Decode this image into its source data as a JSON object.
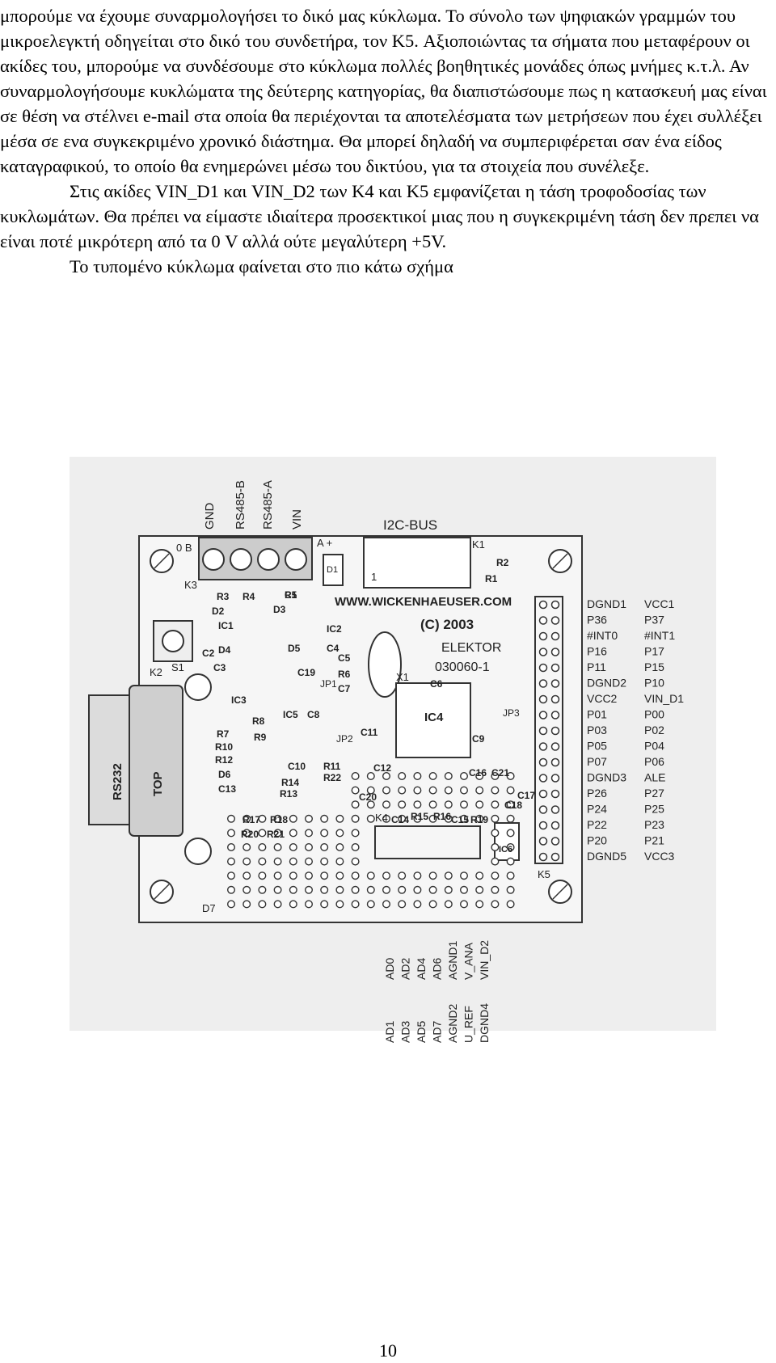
{
  "document": {
    "paragraph_1": "μπορούμε να έχουμε συναρμολογήσει το δικό μας κύκλωμα. Το σύνολο των ψηφιακών γραμμών του μικροελεγκτή οδηγείται στο δικό του συνδετήρα, τον K5. Αξιοποιώντας τα σήματα που μεταφέρουν οι ακίδες του, μπορούμε να συνδέσουμε στο κύκλωμα πολλές βοηθητικές μονάδες όπως μνήμες κ.τ.λ. Αν συναρμολογήσουμε κυκλώματα της δεύτερης κατηγορίας, θα διαπιστώσουμε πως η κατασκευή μας είναι σε θέση να στέλνει e-mail στα οποία θα περιέχονται τα αποτελέσματα των μετρήσεων που έχει συλλέξει μέσα σε ενα συγκεκριμένο χρονικό διάστημα. Θα μπορεί δηλαδή να συμπεριφέρεται σαν ένα είδος καταγραφικού, το οποίο θα ενημερώνει μέσω του δικτύου, για τα στοιχεία που συνέλεξε.",
    "paragraph_2": "Στις ακίδες VIN_D1 και VIN_D2 των K4 και K5 εμφανίζεται η τάση τροφοδοσίας των κυκλωμάτων. Θα πρέπει να είμαστε ιδιαίτερα προσεκτικοί μιας που η συγκεκριμένη τάση δεν πρεπει να είναι ποτέ μικρότερη από τα 0 V αλλά ούτε μεγαλύτερη +5V.",
    "paragraph_3": "Το τυπομένο κύκλωμα  φαίνεται στο πιο κάτω σχήμα",
    "page_number": "10"
  },
  "figure": {
    "top_labels": [
      "GND",
      "RS485-B",
      "RS485-A",
      "VIN"
    ],
    "i2c_label": "I2C-BUS",
    "url": "WWW.WICKENHAEUSER.COM",
    "copyright": "(C) 2003",
    "brand": "ELEKTOR",
    "code": "030060-1",
    "rs232": "RS232",
    "top": "TOP",
    "ic4": "IC4",
    "ic6": "IC6",
    "k1": "K1",
    "k2": "K2",
    "k3": "K3",
    "k4": "K4",
    "k5": "K5",
    "x1": "X1",
    "s1": "S1",
    "d7": "D7",
    "d1": "D1",
    "jp1": "JP1",
    "jp2": "JP2",
    "jp3": "JP3",
    "zero_b": "0 B",
    "a_plus": "A +",
    "one": "1",
    "components": [
      "R2",
      "R1",
      "R3",
      "R4",
      "R5",
      "C1",
      "D2",
      "D3",
      "IC1",
      "IC2",
      "C2",
      "D4",
      "D5",
      "C4",
      "C3",
      "C5",
      "C19",
      "R6",
      "C7",
      "C6",
      "IC3",
      "IC5",
      "C8",
      "R8",
      "R7",
      "R9",
      "R10",
      "R12",
      "D6",
      "C13",
      "C10",
      "R11",
      "R22",
      "C11",
      "C12",
      "C9",
      "R14",
      "R13",
      "C16",
      "C21",
      "C17",
      "C20",
      "C18",
      "R17",
      "R18",
      "R20",
      "R21",
      "C14",
      "R15",
      "R16",
      "C15",
      "R19"
    ],
    "k5_left": [
      "DGND1",
      "P36",
      "#INT0",
      "P16",
      "P11",
      "DGND2",
      "VCC2",
      "P01",
      "P03",
      "P05",
      "P07",
      "DGND3",
      "P26",
      "P24",
      "P22",
      "P20",
      "DGND5"
    ],
    "k5_right": [
      "VCC1",
      "P37",
      "#INT1",
      "P17",
      "P15",
      "P10",
      "VIN_D1",
      "P00",
      "P02",
      "P04",
      "P06",
      "ALE",
      "P27",
      "P25",
      "P23",
      "P21",
      "VCC3"
    ],
    "k4_row1": [
      "AD0",
      "AD2",
      "AD4",
      "AD6",
      "AGND1",
      "V_ANA",
      "VIN_D2"
    ],
    "k4_row2": [
      "AD1",
      "AD3",
      "AD5",
      "AD7",
      "AGND2",
      "U_REF",
      "DGND4"
    ]
  }
}
